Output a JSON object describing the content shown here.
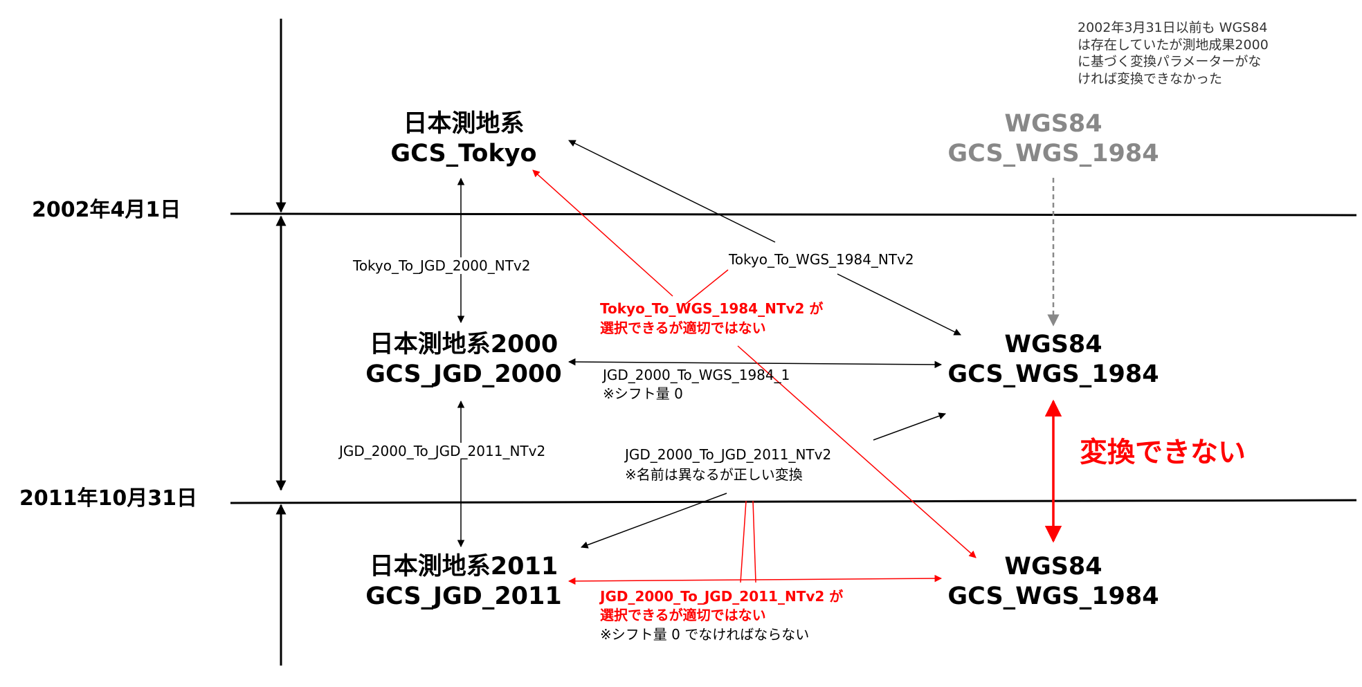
{
  "dates": {
    "d2002": "2002年4月1日",
    "d2011": "2011年10月31日"
  },
  "nodes": {
    "tokyo": {
      "line1": "日本測地系",
      "line2": "GCS_Tokyo"
    },
    "jgd2000": {
      "line1": "日本測地系2000",
      "line2": "GCS_JGD_2000"
    },
    "jgd2011": {
      "line1": "日本測地系2011",
      "line2": "GCS_JGD_2011"
    },
    "wgs_old": {
      "line1": "WGS84",
      "line2": "GCS_WGS_1984"
    },
    "wgs_mid": {
      "line1": "WGS84",
      "line2": "GCS_WGS_1984"
    },
    "wgs_new": {
      "line1": "WGS84",
      "line2": "GCS_WGS_1984"
    }
  },
  "labels": {
    "tokyo_jgd2000": "Tokyo_To_JGD_2000_NTv2",
    "tokyo_wgs": "Tokyo_To_WGS_1984_NTv2",
    "jgd2000_wgs_1": "JGD_2000_To_WGS_1984_1",
    "jgd2000_wgs_2": "※シフト量 0",
    "jgd2000_jgd2011": "JGD_2000_To_JGD_2011_NTv2",
    "jgd2011_wgs_1": "JGD_2000_To_JGD_2011_NTv2",
    "jgd2011_wgs_2": "※名前は異なるが正しい変換"
  },
  "warnings": {
    "tokyo_1": "Tokyo_To_WGS_1984_NTv2 が",
    "tokyo_2": "選択できるが適切ではない",
    "jgd2011_1": "JGD_2000_To_JGD_2011_NTv2 が",
    "jgd2011_2": "選択できるが適切ではない",
    "jgd2011_3": "※シフト量 0 でなければならない"
  },
  "note": {
    "l1": "2002年3月31日以前も WGS84",
    "l2": "は存在していたが測地成果2000",
    "l3": "に基づく変換パラメーターがな",
    "l4": "ければ変換できなかった"
  },
  "cannot_convert": "変換できない",
  "colors": {
    "black": "#000000",
    "red": "#ff0000",
    "gray": "#888888"
  }
}
